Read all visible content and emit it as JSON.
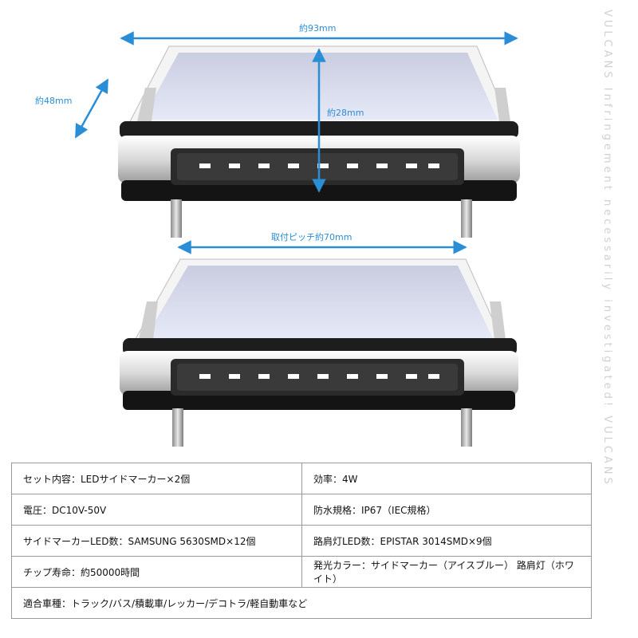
{
  "dimensions": {
    "width": "約93mm",
    "depth": "約48mm",
    "height": "約28mm",
    "pitch": "取付ピッチ約70mm"
  },
  "watermark": "VULCANS Infringement necessarily investigated! VULCANS",
  "colors": {
    "dimension_arrow": "#2a8ed6",
    "panel_blue": "#dde2f4",
    "chrome": "#e9e9e9",
    "base": "#141414"
  },
  "specs": {
    "row1": {
      "left": "セット内容：LEDサイドマーカー×2個",
      "right": "効率：4W"
    },
    "row2": {
      "left": "電圧：DC10V-50V",
      "right": "防水規格：IP67（IEC規格）"
    },
    "row3": {
      "left": "サイドマーカーLED数：SAMSUNG 5630SMD×12個",
      "right": "路肩灯LED数：EPISTAR 3014SMD×9個"
    },
    "row4": {
      "left": "チップ寿命：約50000時間",
      "right": "発光カラー：サイドマーカー（アイスブルー） 路肩灯（ホワイト）"
    },
    "row5": {
      "full": "適合車種：トラック/バス/積載車/レッカー/デコトラ/軽自動車など"
    }
  }
}
